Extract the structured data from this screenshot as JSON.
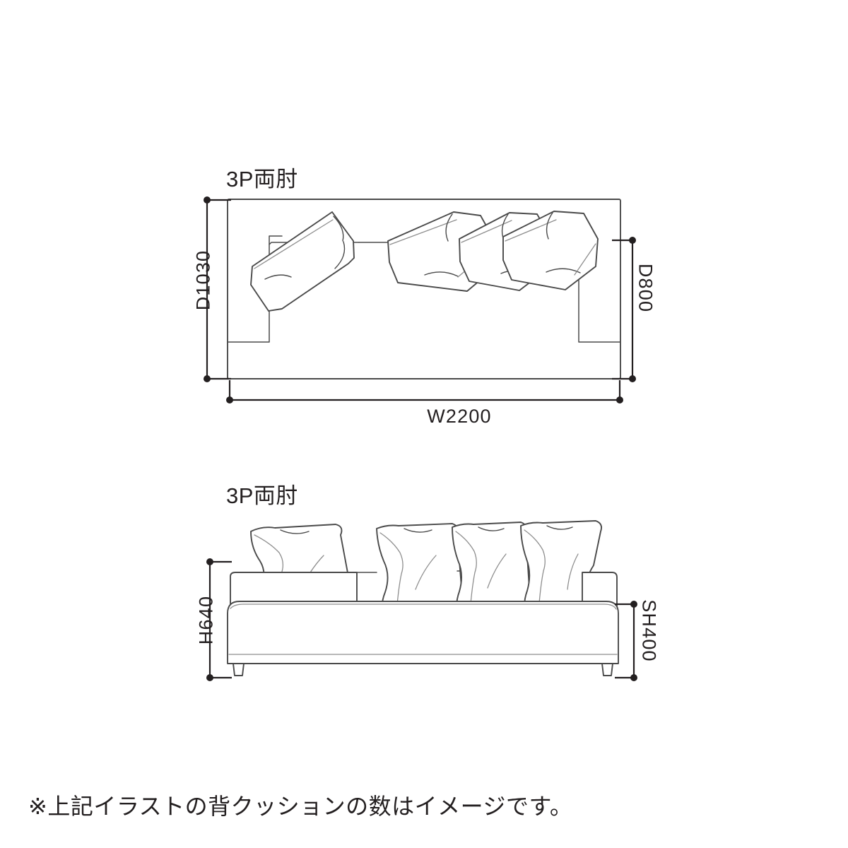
{
  "page": {
    "background_color": "#ffffff",
    "line_color": "#4a4a4a",
    "text_color": "#231f20",
    "fill_color": "#ffffff"
  },
  "views": [
    {
      "id": "plan",
      "title": "3P両肘",
      "projection": "top-plan",
      "cushion_count": 4
    },
    {
      "id": "elevation",
      "title": "3P両肘",
      "projection": "front-elevation",
      "cushion_count": 4,
      "leg_count": 2
    }
  ],
  "dimensions": {
    "depth_overall": "D1030",
    "depth_inner": "D800",
    "width_overall": "W2200",
    "height_overall": "H640",
    "seat_height": "SH400"
  },
  "footnote": "※上記イラストの背クッションの数はイメージです。"
}
